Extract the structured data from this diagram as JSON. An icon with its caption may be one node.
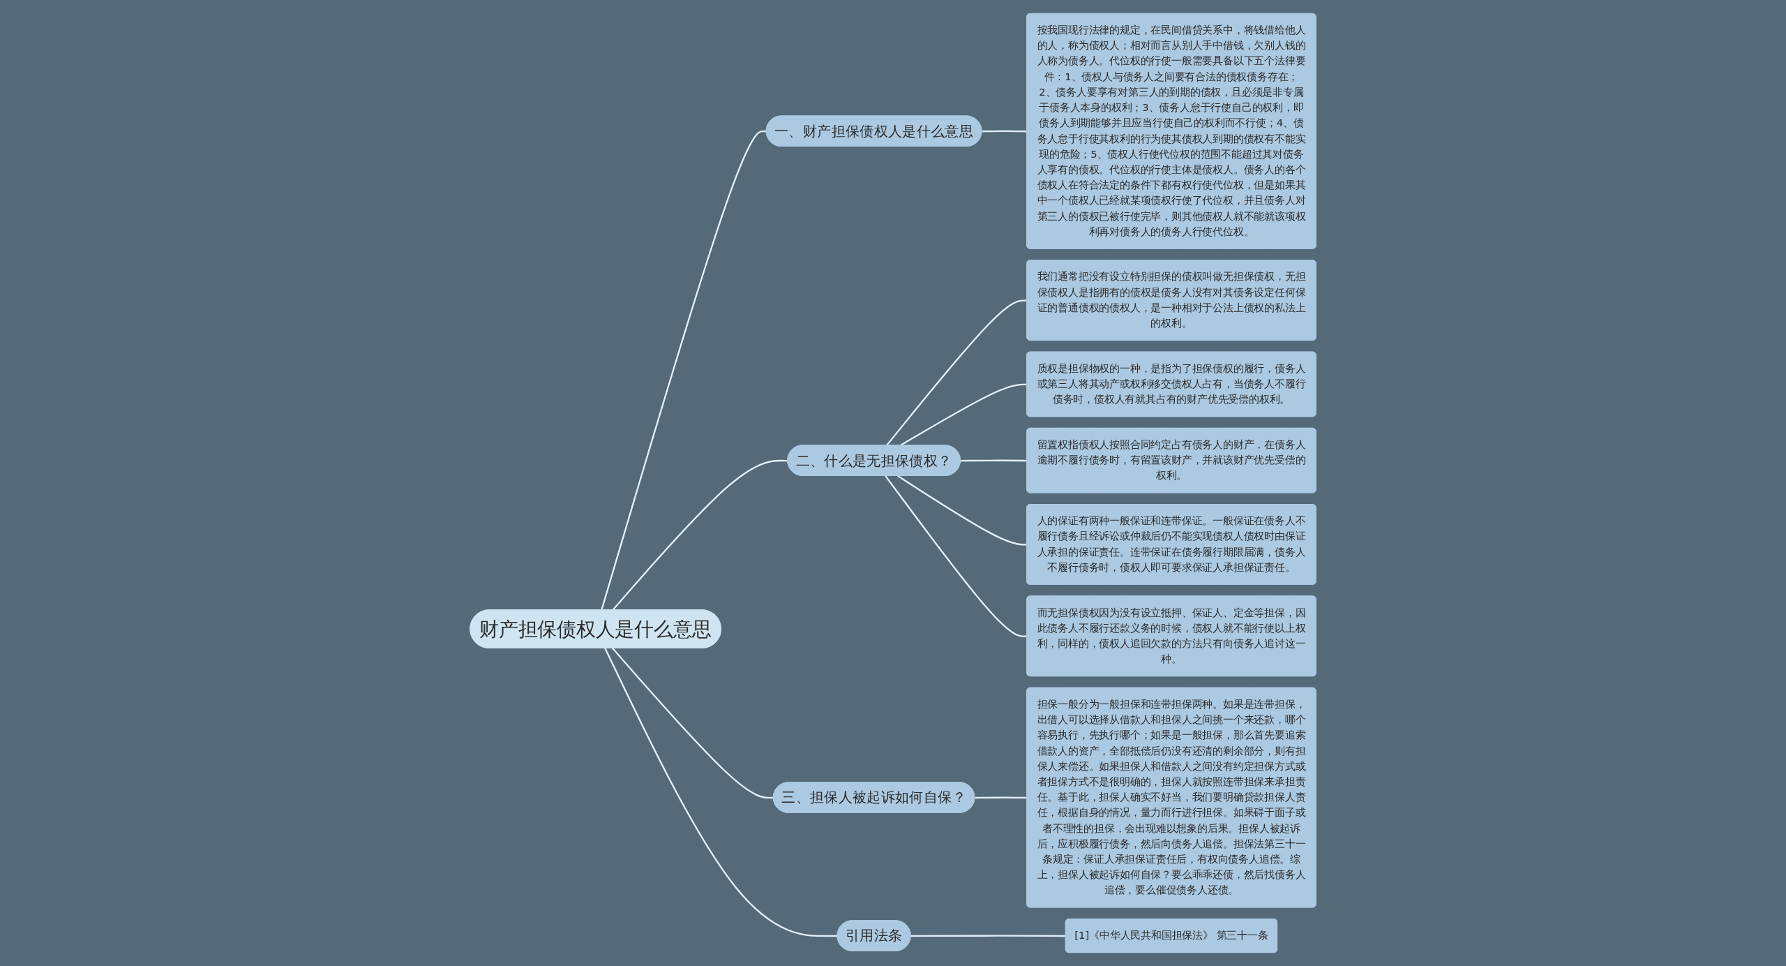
{
  "diagram": {
    "nodes": [
      {
        "text": [
          "财产担保债权人是什么意思"
        ]
      },
      {
        "text": [
          "一、财产担保债权人是什么意思"
        ]
      },
      {
        "text": [
          "按我国现行法律的规定，在民间借贷关系中，将钱借给他人的人，称为债权人；相对而言从别人手中借钱，欠别人钱的人称为债务人。代位权的行使一般需要具备以下五个法律要件：1、债权人与债务人之间要有合法的债权债务存在；2、债务人要享有对第三人的到期的债权，且必须是非专属于债务人本身的权利；3、债务人怠于行使自己的权利，即债务人到期能够并且应当行使自己的权利而不行使；4、债务人怠于行使其权利的行为使其债权人到期的债权有不能实现的危险；5、债权人行使代位权的范围不能超过其对债务人享有的债权。代位权的行使主体是债权人。债务人的各个债权人在符合法定的条件下都有权行使代位权，但是如果其中一个债权人已经就某项债权行使了代位权，并且债务人对第三人的债权已被行使完毕，则其他债权人就不能就该项权利再对债务人的债务人行使代位权。"
        ]
      },
      {
        "text": [
          "二、什么是无担保债权？"
        ]
      },
      {
        "text": [
          "我们通常把没有设立特别担保的债权叫做无担保债权，无担保债权人是指拥有的债权是债务人没有对其债务设定任何保证的普通债权的债权人，是一种相对于公法上债权的私法上的权利。"
        ]
      },
      {
        "text": [
          "质权是担保物权的一种，是指为了担保债权的履行，债务人或第三人将其动产或权利移交债权人占有，当债务人不履行债务时，债权人有就其占有的财产优先受偿的权利。"
        ]
      },
      {
        "text": [
          "留置权指债权人按照合同约定占有债务人的财产，在债务人逾期不履行债务时，有留置该财产，并就该财产优先受偿的权利。"
        ]
      },
      {
        "text": [
          "人的保证有两种一般保证和连带保证。一般保证在债务人不履行债务且经诉讼或仲裁后仍不能实现债权人债权时由保证人承担的保证责任。连带保证在债务履行期限届满，债务人不履行债务时，债权人即可要求保证人承担保证责任。"
        ]
      },
      {
        "text": [
          "而无担保债权因为没有设立抵押、保证人、定金等担保，因此债务人不履行还款义务的时候，债权人就不能行使以上权利，同样的，债权人追回欠款的方法只有向债务人追讨这一种。"
        ]
      },
      {
        "text": [
          "三、担保人被起诉如何自保？"
        ]
      },
      {
        "text": [
          "担保一般分为一般担保和连带担保两种。如果是连带担保，出借人可以选择从借款人和担保人之间挑一个来还款，哪个容易执行，先执行哪个；如果是一般担保，那么首先要追索借款人的资产，全部抵偿后仍没有还清的剩余部分，则有担保人来偿还。如果担保人和借款人之间没有约定担保方式或者担保方式不是很明确的，担保人就按照连带担保来承担责任。基于此，担保人确实不好当，我们要明确贷款担保人责任，根据自身的情况，量力而行进行担保。如果碍于面子或者不理性的担保，会出现难以想象的后果。担保人被起诉后，应积极履行债务，然后向债务人追偿。担保法第三十一条规定：保证人承担保证责任后，有权向债务人追偿。综上，担保人被起诉如何自保？要么乖乖还债，然后找债务人追偿，要么催促债务人还债。"
        ]
      },
      {
        "text": [
          "引用法条"
        ]
      },
      {
        "text": [
          "[1]《中华人民共和国担保法》 第三十一条"
        ]
      }
    ],
    "edges": [
      {
        "from": 0,
        "to": 1,
        "arrow": "none"
      },
      {
        "from": 1,
        "to": 2,
        "arrow": "none"
      },
      {
        "from": 0,
        "to": 3,
        "arrow": "none"
      },
      {
        "from": 3,
        "to": 4,
        "arrow": "none"
      },
      {
        "from": 3,
        "to": 5,
        "arrow": "none"
      },
      {
        "from": 3,
        "to": 6,
        "arrow": "none"
      },
      {
        "from": 3,
        "to": 7,
        "arrow": "none"
      },
      {
        "from": 3,
        "to": 8,
        "arrow": "none"
      },
      {
        "from": 0,
        "to": 9,
        "arrow": "none"
      },
      {
        "from": 9,
        "to": 10,
        "arrow": "none"
      },
      {
        "from": 0,
        "to": 11,
        "arrow": "none"
      },
      {
        "from": 11,
        "to": 12,
        "arrow": "none"
      }
    ]
  }
}
